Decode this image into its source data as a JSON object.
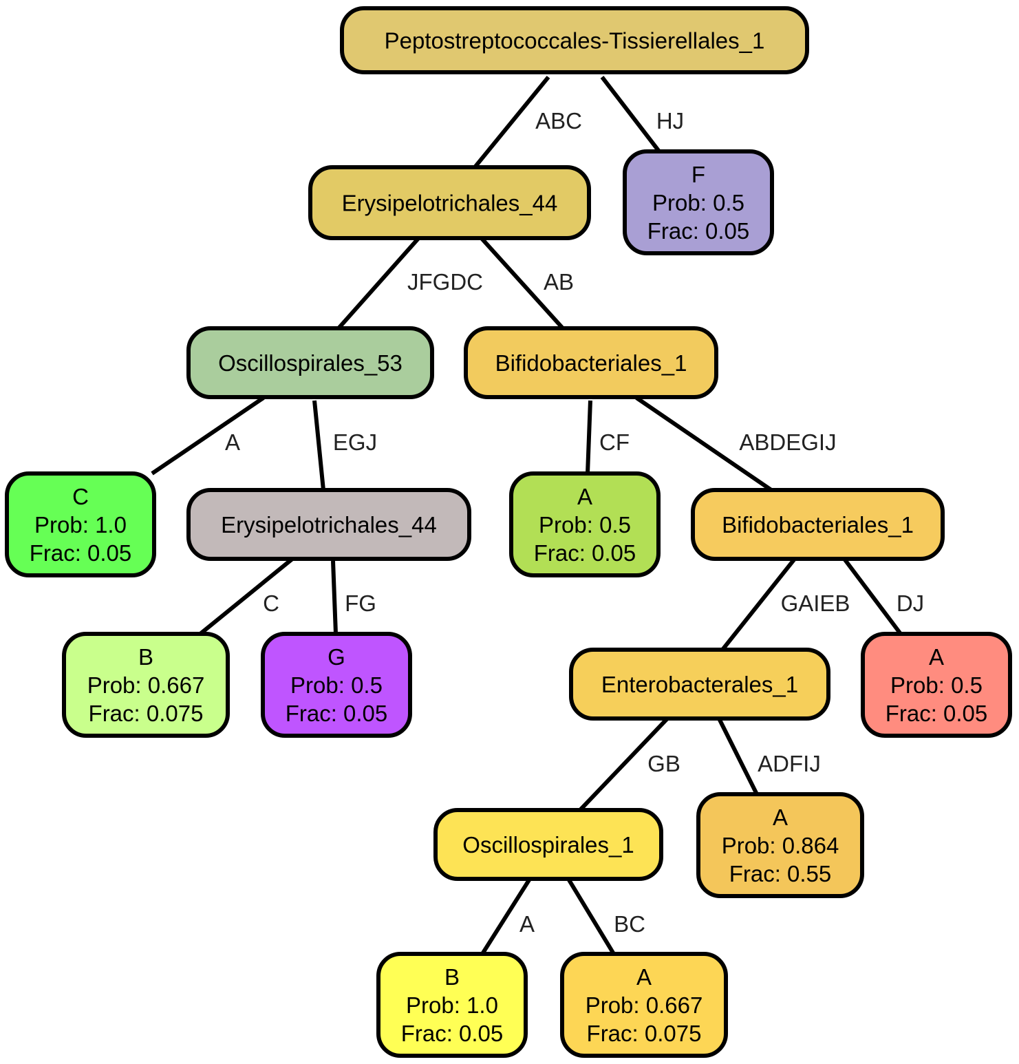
{
  "diagram": {
    "nodes": [
      {
        "id": "n1",
        "lines": [
          "Peptostreptococcales-Tissierellales_1"
        ],
        "color": "#e0c870"
      },
      {
        "id": "n2",
        "lines": [
          "Erysipelotrichales_44"
        ],
        "color": "#e2ca65"
      },
      {
        "id": "n3",
        "lines": [
          "F",
          "Prob: 0.5",
          "Frac: 0.05"
        ],
        "color": "#a99fd4"
      },
      {
        "id": "n4",
        "lines": [
          "Oscillospirales_53"
        ],
        "color": "#aacd9d"
      },
      {
        "id": "n5",
        "lines": [
          "Bifidobacteriales_1"
        ],
        "color": "#f2cb5e"
      },
      {
        "id": "n6",
        "lines": [
          "C",
          "Prob: 1.0",
          "Frac: 0.05"
        ],
        "color": "#66ff55"
      },
      {
        "id": "n7",
        "lines": [
          "Erysipelotrichales_44"
        ],
        "color": "#c2b9b9"
      },
      {
        "id": "n8",
        "lines": [
          "A",
          "Prob: 0.5",
          "Frac: 0.05"
        ],
        "color": "#b2df55"
      },
      {
        "id": "n9",
        "lines": [
          "Bifidobacteriales_1"
        ],
        "color": "#f6cb5e"
      },
      {
        "id": "n10",
        "lines": [
          "B",
          "Prob: 0.667",
          "Frac: 0.075"
        ],
        "color": "#c9ff8c"
      },
      {
        "id": "n11",
        "lines": [
          "G",
          "Prob: 0.5",
          "Frac: 0.05"
        ],
        "color": "#bf55ff"
      },
      {
        "id": "n12",
        "lines": [
          "Enterobacterales_1"
        ],
        "color": "#f6cf5a"
      },
      {
        "id": "n13",
        "lines": [
          "A",
          "Prob: 0.5",
          "Frac: 0.05"
        ],
        "color": "#ff8c7f"
      },
      {
        "id": "n14",
        "lines": [
          "Oscillospirales_1"
        ],
        "color": "#fde355"
      },
      {
        "id": "n15",
        "lines": [
          "A",
          "Prob: 0.864",
          "Frac: 0.55"
        ],
        "color": "#f4c65a"
      },
      {
        "id": "n16",
        "lines": [
          "B",
          "Prob: 1.0",
          "Frac: 0.05"
        ],
        "color": "#ffff55"
      },
      {
        "id": "n17",
        "lines": [
          "A",
          "Prob: 0.667",
          "Frac: 0.075"
        ],
        "color": "#fdd655"
      }
    ],
    "edges": [
      {
        "from": "n1",
        "to": "n2",
        "label": "ABC"
      },
      {
        "from": "n1",
        "to": "n3",
        "label": "HJ"
      },
      {
        "from": "n2",
        "to": "n4",
        "label": "JFGDC"
      },
      {
        "from": "n2",
        "to": "n5",
        "label": "AB"
      },
      {
        "from": "n4",
        "to": "n6",
        "label": "A"
      },
      {
        "from": "n4",
        "to": "n7",
        "label": "EGJ"
      },
      {
        "from": "n5",
        "to": "n8",
        "label": "CF"
      },
      {
        "from": "n5",
        "to": "n9",
        "label": "ABDEGIJ"
      },
      {
        "from": "n7",
        "to": "n10",
        "label": "C"
      },
      {
        "from": "n7",
        "to": "n11",
        "label": "FG"
      },
      {
        "from": "n9",
        "to": "n12",
        "label": "GAIEB"
      },
      {
        "from": "n9",
        "to": "n13",
        "label": "DJ"
      },
      {
        "from": "n12",
        "to": "n14",
        "label": "GB"
      },
      {
        "from": "n12",
        "to": "n15",
        "label": "ADFIJ"
      },
      {
        "from": "n14",
        "to": "n16",
        "label": "A"
      },
      {
        "from": "n14",
        "to": "n17",
        "label": "BC"
      }
    ]
  }
}
